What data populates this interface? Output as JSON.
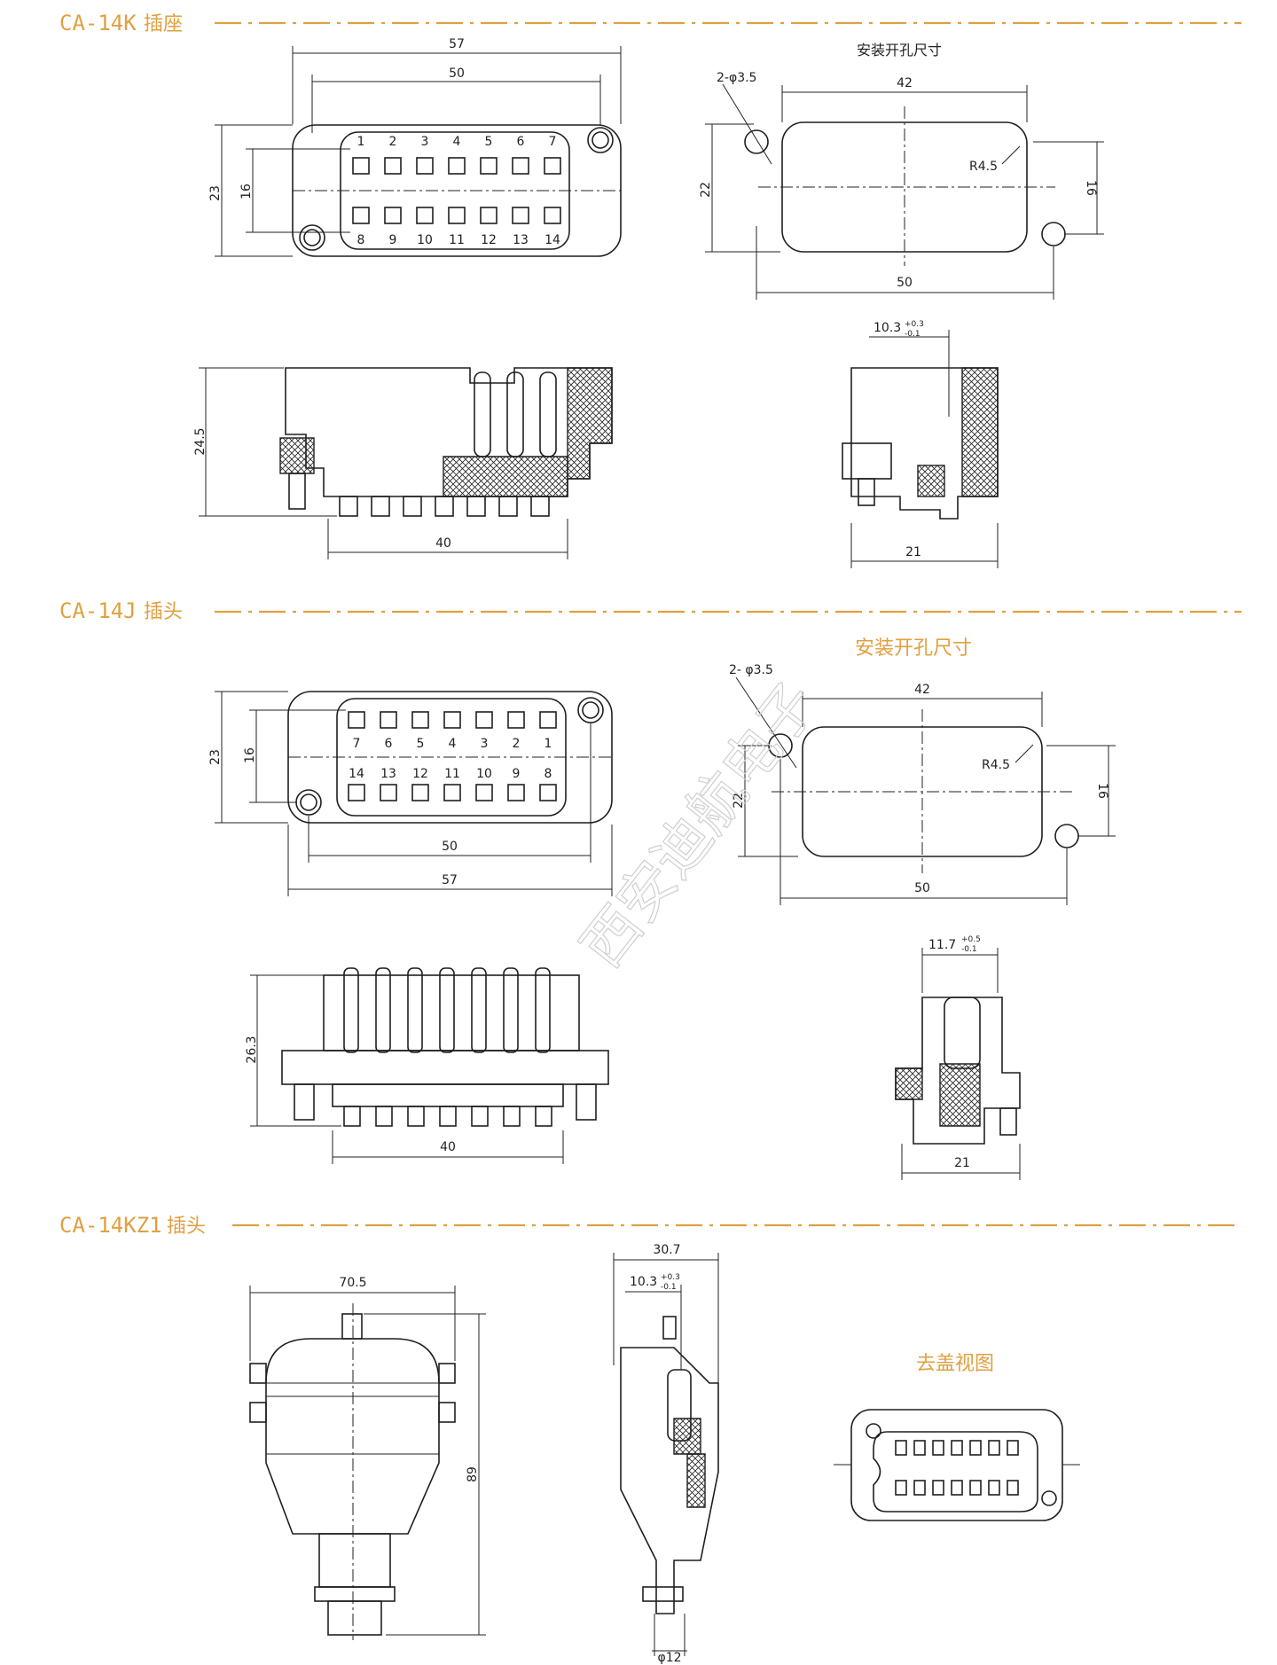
{
  "sections": [
    {
      "id": "ca14k",
      "model": "CA-14K",
      "cn": "插座"
    },
    {
      "id": "ca14j",
      "model": "CA-14J",
      "cn": "插头"
    },
    {
      "id": "ca14kz1",
      "model": "CA-14KZ1",
      "cn": "插头"
    }
  ],
  "labels": {
    "mounting_cutout_1": "安装开孔尺寸",
    "mounting_cutout_2": "安装开孔尺寸",
    "cover_removed": "去盖视图",
    "watermark": "西安迪航电子"
  },
  "pins": {
    "k_top": [
      "1",
      "2",
      "3",
      "4",
      "5",
      "6",
      "7"
    ],
    "k_bottom": [
      "8",
      "9",
      "10",
      "11",
      "12",
      "13",
      "14"
    ],
    "j_top": [
      "7",
      "6",
      "5",
      "4",
      "3",
      "2",
      "1"
    ],
    "j_bottom": [
      "14",
      "13",
      "12",
      "11",
      "10",
      "9",
      "8"
    ]
  },
  "dims": {
    "k_front_57": "57",
    "k_front_50": "50",
    "k_front_23": "23",
    "k_front_16": "16",
    "k_cut_holes": "2-φ3.5",
    "k_cut_42": "42",
    "k_cut_r": "R4.5",
    "k_cut_22": "22",
    "k_cut_16": "16",
    "k_cut_50": "50",
    "k_side_24_5": "24.5",
    "k_side_40": "40",
    "k_side2_top": "10.3",
    "k_side2_top_tol_up": "+0.3",
    "k_side2_top_tol_dn": "-0.1",
    "k_side2_21": "21",
    "j_front_23": "23",
    "j_front_16": "16",
    "j_front_50": "50",
    "j_front_57": "57",
    "j_cut_holes": "2- φ3.5",
    "j_cut_42": "42",
    "j_cut_r": "R4.5",
    "j_cut_22": "22",
    "j_cut_16": "16",
    "j_cut_50": "50",
    "j_side_26_3": "26.3",
    "j_side_40": "40",
    "j_side2_top": "11.7",
    "j_side2_top_tol_up": "+0.5",
    "j_side2_top_tol_dn": "-0.1",
    "j_side2_21": "21",
    "kz_front_70_5": "70.5",
    "kz_front_89": "89",
    "kz_side_30_7": "30.7",
    "kz_side_10_3": "10.3",
    "kz_side_tol_up": "+0.3",
    "kz_side_tol_dn": "-0.1",
    "kz_side_phi12": "φ12"
  }
}
